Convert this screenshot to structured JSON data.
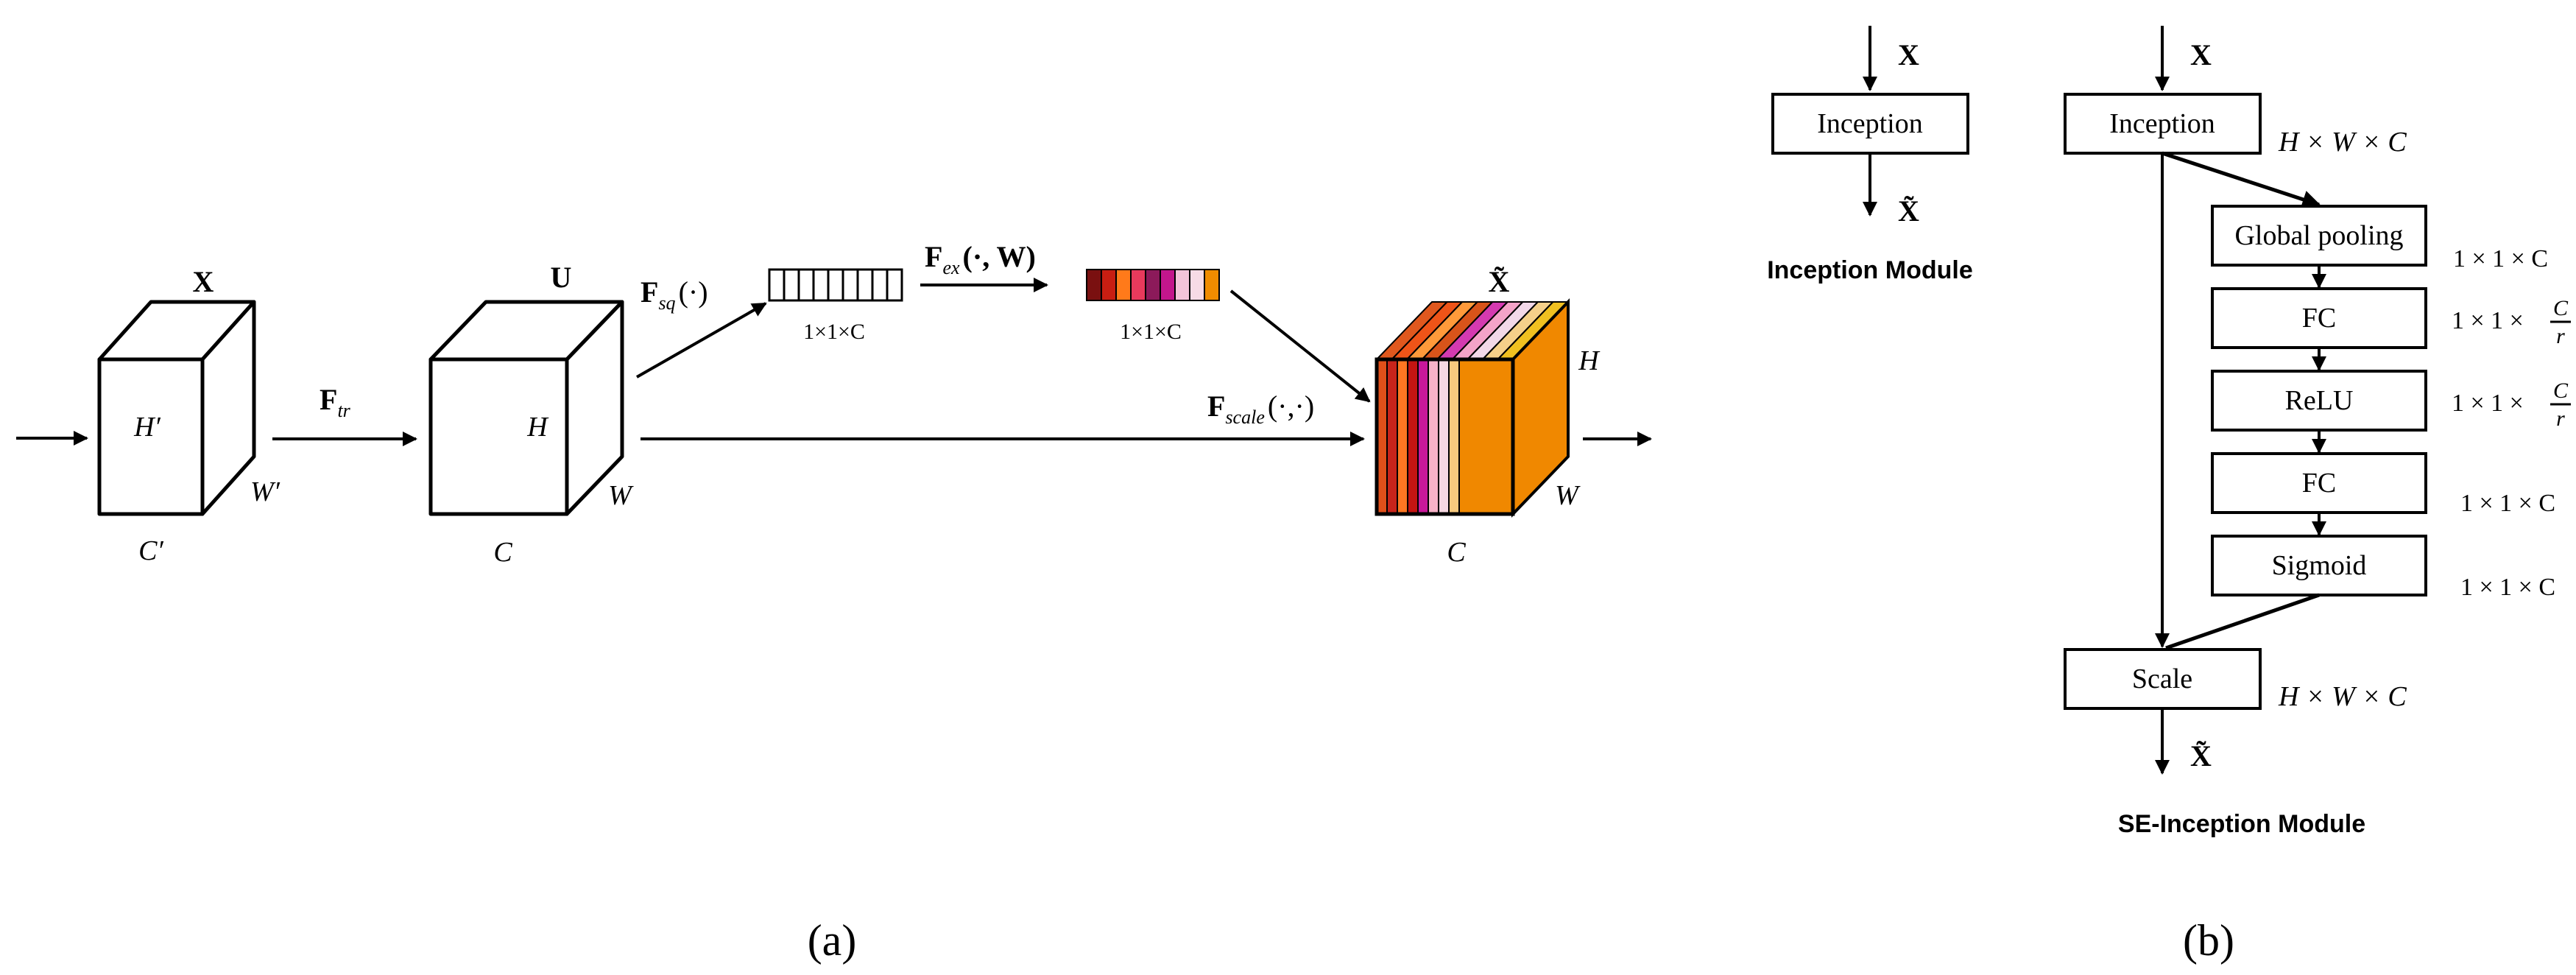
{
  "panel_a": {
    "caption": "(a)",
    "x": "X",
    "u": "U",
    "x_tilde": "X̃",
    "h_prime": "H′",
    "w_prime": "W′",
    "c_prime": "C′",
    "h": "H",
    "w": "W",
    "c": "C",
    "h_out": "H",
    "w_out": "W",
    "c_out": "C",
    "f_tr_main": "F",
    "f_tr_sub": "tr",
    "f_sq_main": "F",
    "f_sq_sub": "sq",
    "f_sq_args": "(·)",
    "f_ex_main": "F",
    "f_ex_sub": "ex",
    "f_ex_args": "(·, W)",
    "f_scale_main": "F",
    "f_scale_sub": "scale",
    "f_scale_args": "(·,·)",
    "vec_dim_1": "1×1×C",
    "vec_dim_2": "1×1×C",
    "colors": {
      "weights": [
        "#7a1010",
        "#c81e12",
        "#ff7a1a",
        "#e83a5c",
        "#8c1a5a",
        "#c3168c",
        "#f3c4d9",
        "#f7dbe6",
        "#f08c00"
      ],
      "slices": [
        "#e0501a",
        "#c8241b",
        "#ff7722",
        "#c41512",
        "#c8179a",
        "#f7b3c8",
        "#f6d8e2",
        "#f7c97e"
      ],
      "slice_tops": [
        "#e0581e",
        "#ef5418",
        "#ff9a3a",
        "#d8541a",
        "#d43ab0",
        "#f4a3c8",
        "#f2d8e8",
        "#f5d08a",
        "#f0c020"
      ],
      "cube_front": "#f08800"
    }
  },
  "panel_b": {
    "caption": "(b)",
    "inception_module": {
      "input": "X",
      "block": "Inception",
      "output": "X̃",
      "title": "Inception Module"
    },
    "se_inception_module": {
      "input": "X",
      "output": "X̃",
      "title": "SE-Inception Module",
      "blocks": [
        {
          "label": "Inception",
          "dim": "H × W × C"
        },
        {
          "label": "Global pooling",
          "dim": "1 × 1 × C"
        },
        {
          "label": "FC",
          "dim_prefix": "1 × 1 ×",
          "frac_num": "C",
          "frac_den": "r"
        },
        {
          "label": "ReLU",
          "dim_prefix": "1 × 1 ×",
          "frac_num": "C",
          "frac_den": "r"
        },
        {
          "label": "FC",
          "dim": "1 × 1 × C"
        },
        {
          "label": "Sigmoid",
          "dim": "1 × 1 × C"
        },
        {
          "label": "Scale",
          "dim": "H × W × C"
        }
      ]
    }
  }
}
